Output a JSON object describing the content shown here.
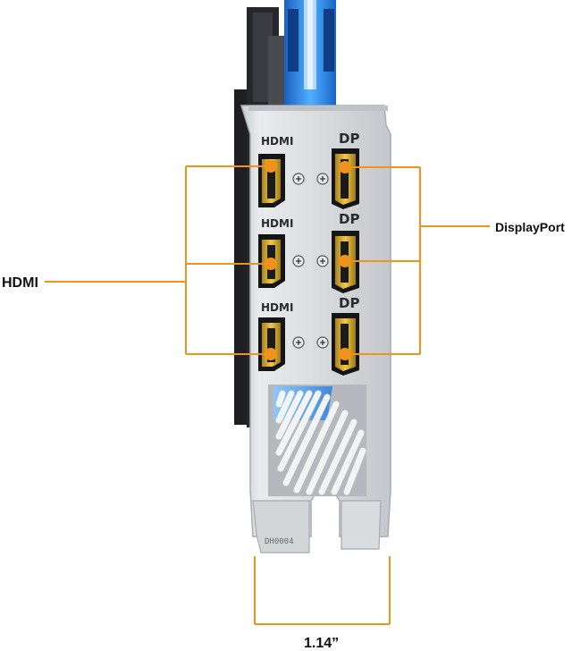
{
  "labels": {
    "hdmi_callout": "HDMI",
    "displayport_callout": "DisplayPort",
    "width_dimension": "1.14”"
  },
  "bracket": {
    "port_labels": {
      "hdmi": [
        "HDMI",
        "HDMI",
        "HDMI"
      ],
      "dp": [
        "DP",
        "DP",
        "DP"
      ]
    },
    "part_number": "DH0004"
  },
  "colors": {
    "accent": "#F0921C",
    "bracket": "#D7D9DB",
    "port_gold": "#C9A227"
  }
}
